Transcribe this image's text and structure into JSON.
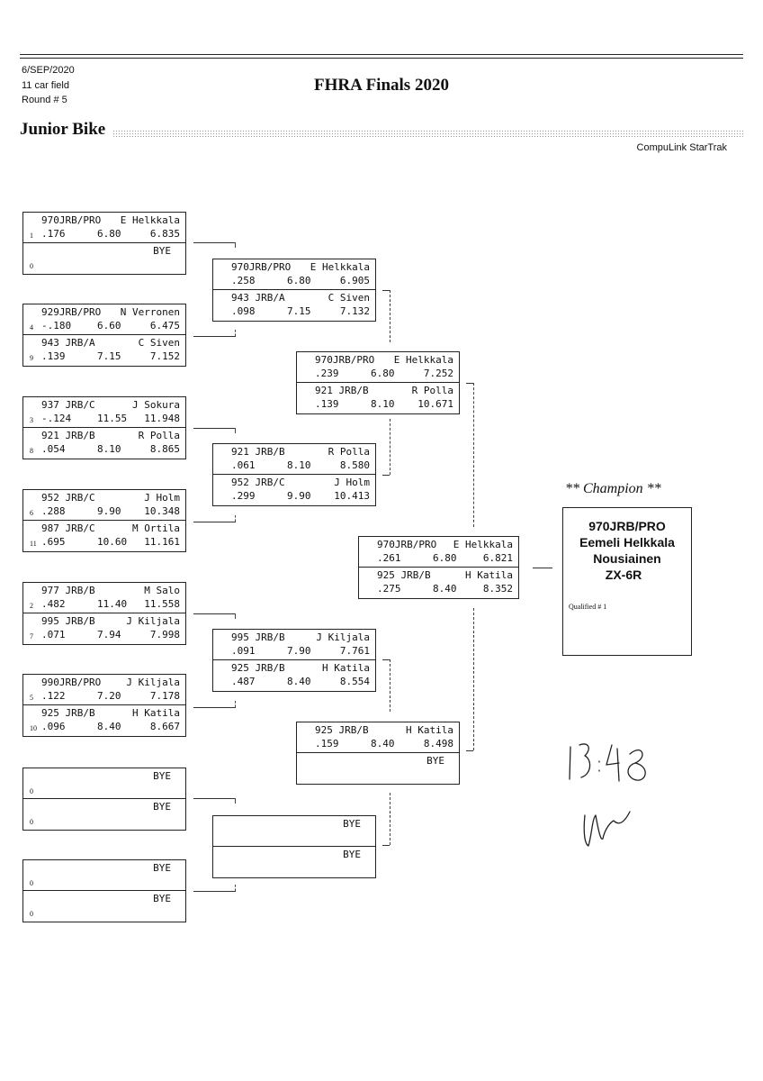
{
  "header": {
    "date": "6/SEP/2020",
    "field": "11 car field",
    "round": "Round # 5",
    "title": "FHRA Finals 2020",
    "class_name": "Junior Bike",
    "brand": "CompuLink StarTrak"
  },
  "round1": [
    {
      "slots": [
        {
          "seed": "1",
          "car": "970JRB/PRO",
          "driver": "E Helkkala",
          "rt": ".176",
          "dial": "6.80",
          "et": "6.835"
        },
        {
          "seed": "0",
          "bye": "BYE"
        }
      ]
    },
    {
      "slots": [
        {
          "seed": "4",
          "car": "929JRB/PRO",
          "driver": "N Verronen",
          "rt": "-.180",
          "dial": "6.60",
          "et": "6.475"
        },
        {
          "seed": "9",
          "car": "943 JRB/A",
          "driver": "C Siven",
          "rt": ".139",
          "dial": "7.15",
          "et": "7.152"
        }
      ]
    },
    {
      "slots": [
        {
          "seed": "3",
          "car": "937 JRB/C",
          "driver": "J Sokura",
          "rt": "-.124",
          "dial": "11.55",
          "et": "11.948"
        },
        {
          "seed": "8",
          "car": "921 JRB/B",
          "driver": "R Polla",
          "rt": ".054",
          "dial": "8.10",
          "et": "8.865"
        }
      ]
    },
    {
      "slots": [
        {
          "seed": "6",
          "car": "952 JRB/C",
          "driver": "J Holm",
          "rt": ".288",
          "dial": "9.90",
          "et": "10.348"
        },
        {
          "seed": "11",
          "car": "987 JRB/C",
          "driver": "M Ortila",
          "rt": ".695",
          "dial": "10.60",
          "et": "11.161"
        }
      ]
    },
    {
      "slots": [
        {
          "seed": "2",
          "car": "977 JRB/B",
          "driver": "M Salo",
          "rt": ".482",
          "dial": "11.40",
          "et": "11.558"
        },
        {
          "seed": "7",
          "car": "995 JRB/B",
          "driver": "J Kiljala",
          "rt": ".071",
          "dial": "7.94",
          "et": "7.998"
        }
      ]
    },
    {
      "slots": [
        {
          "seed": "5",
          "car": "990JRB/PRO",
          "driver": "J Kiljala",
          "rt": ".122",
          "dial": "7.20",
          "et": "7.178"
        },
        {
          "seed": "10",
          "car": "925 JRB/B",
          "driver": "H Katila",
          "rt": ".096",
          "dial": "8.40",
          "et": "8.667"
        }
      ]
    },
    {
      "slots": [
        {
          "seed": "0",
          "bye": "BYE"
        },
        {
          "seed": "0",
          "bye": "BYE"
        }
      ]
    },
    {
      "slots": [
        {
          "seed": "0",
          "bye": "BYE"
        },
        {
          "seed": "0",
          "bye": "BYE"
        }
      ]
    }
  ],
  "round2": [
    {
      "slots": [
        {
          "car": "970JRB/PRO",
          "driver": "E Helkkala",
          "rt": ".258",
          "dial": "6.80",
          "et": "6.905"
        },
        {
          "car": "943 JRB/A",
          "driver": "C Siven",
          "rt": ".098",
          "dial": "7.15",
          "et": "7.132"
        }
      ]
    },
    {
      "slots": [
        {
          "car": "921 JRB/B",
          "driver": "R Polla",
          "rt": ".061",
          "dial": "8.10",
          "et": "8.580"
        },
        {
          "car": "952 JRB/C",
          "driver": "J Holm",
          "rt": ".299",
          "dial": "9.90",
          "et": "10.413"
        }
      ]
    },
    {
      "slots": [
        {
          "car": "995 JRB/B",
          "driver": "J Kiljala",
          "rt": ".091",
          "dial": "7.90",
          "et": "7.761"
        },
        {
          "car": "925 JRB/B",
          "driver": "H Katila",
          "rt": ".487",
          "dial": "8.40",
          "et": "8.554"
        }
      ]
    },
    {
      "slots": [
        {
          "bye": "BYE"
        },
        {
          "bye": "BYE"
        }
      ]
    }
  ],
  "round3": [
    {
      "slots": [
        {
          "car": "970JRB/PRO",
          "driver": "E Helkkala",
          "rt": ".239",
          "dial": "6.80",
          "et": "7.252"
        },
        {
          "car": "921 JRB/B",
          "driver": "R Polla",
          "rt": ".139",
          "dial": "8.10",
          "et": "10.671"
        }
      ]
    },
    {
      "slots": [
        {
          "car": "925 JRB/B",
          "driver": "H Katila",
          "rt": ".159",
          "dial": "8.40",
          "et": "8.498"
        },
        {
          "bye": "BYE"
        }
      ]
    }
  ],
  "final": [
    {
      "slots": [
        {
          "car": "970JRB/PRO",
          "driver": "E Helkkala",
          "rt": ".261",
          "dial": "6.80",
          "et": "6.821"
        },
        {
          "car": "925 JRB/B",
          "driver": "H Katila",
          "rt": ".275",
          "dial": "8.40",
          "et": "8.352"
        }
      ]
    }
  ],
  "champion": {
    "label": "** Champion **",
    "car": "970JRB/PRO",
    "name": "Eemeli Helkkala",
    "team": "Nousiainen",
    "bike": "ZX-6R",
    "qualified": "Qualified # 1"
  }
}
